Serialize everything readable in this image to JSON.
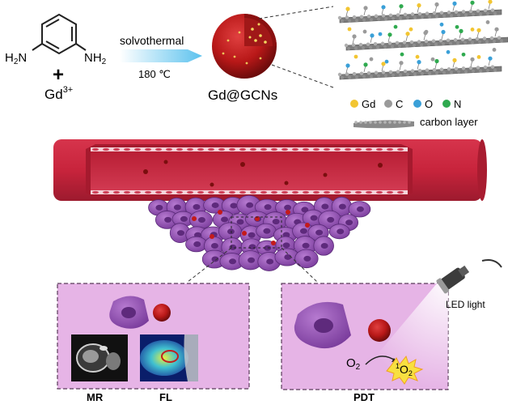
{
  "synthesis": {
    "reagent_amine": "H",
    "amine_left_sub": "2",
    "amine_left_n": "N",
    "amine_right_n": "NH",
    "amine_right_sub": "2",
    "plus": "+",
    "gd_ion": "Gd",
    "gd_charge": "3+",
    "condition_top": "solvothermal",
    "condition_bottom": "180 ℃",
    "product": "Gd@GCNs"
  },
  "legend": {
    "items": [
      {
        "label": "Gd",
        "color": "#f2c531"
      },
      {
        "label": "C",
        "color": "#9a9a9a"
      },
      {
        "label": "O",
        "color": "#3aa0d8"
      },
      {
        "label": "N",
        "color": "#2faa4f"
      }
    ],
    "carbon_layer": "carbon layer"
  },
  "imaging": {
    "mr_label": "MR",
    "fl_label": "FL"
  },
  "therapy": {
    "led_label": "LED light",
    "o2": "O",
    "o2_sub": "2",
    "singlet_sup": "1",
    "singlet_o": "O",
    "singlet_sub": "2",
    "pdt_label": "PDT"
  },
  "colors": {
    "vessel": "#c8243c",
    "vessel_dark": "#8f1527",
    "cell": "#9a5ab8",
    "cell_dark": "#6a2f88",
    "panel": "#e6b4e6",
    "nanoparticle": "#b81818",
    "arrow": "#69c7ee"
  }
}
